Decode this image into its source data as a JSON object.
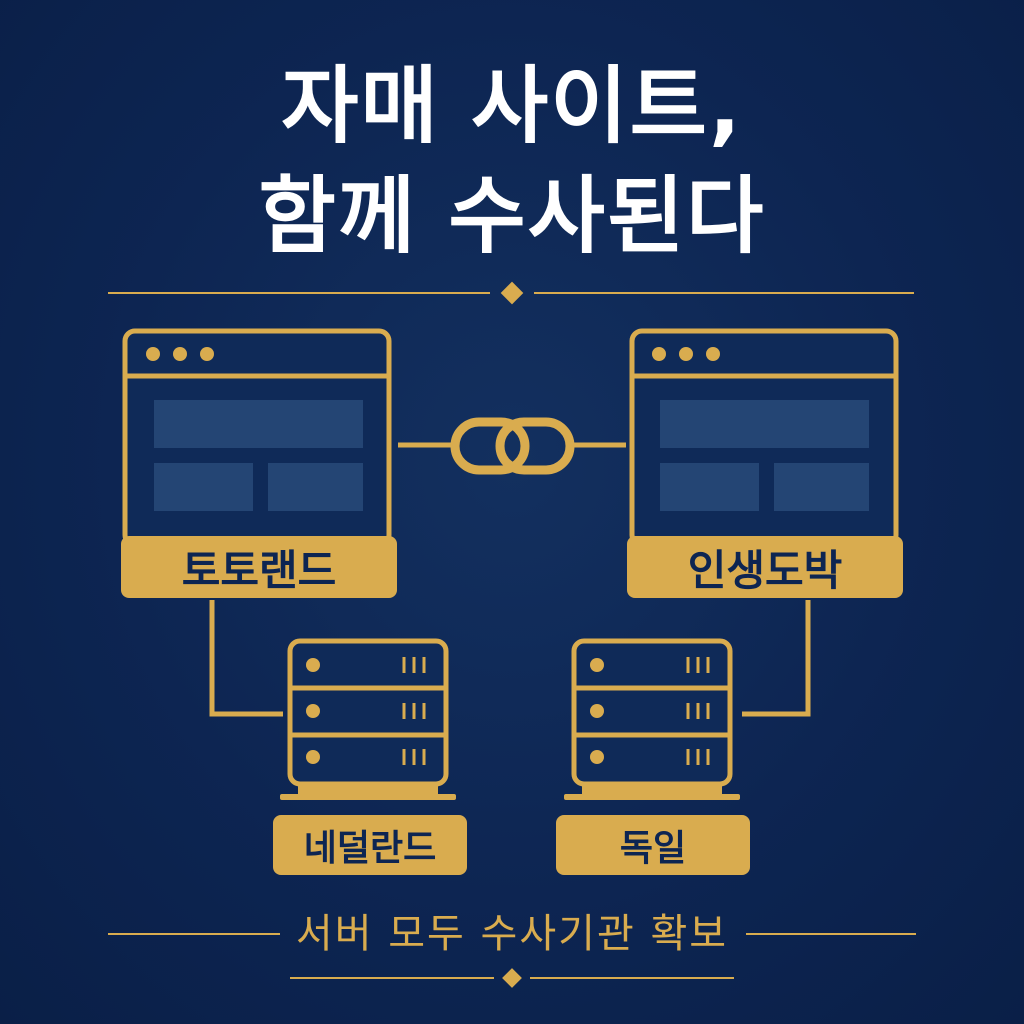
{
  "headline": {
    "line1": "자매 사이트,",
    "line2": "함께 수사된다"
  },
  "sites": [
    {
      "name": "토토랜드"
    },
    {
      "name": "인생도박"
    }
  ],
  "servers": [
    {
      "location": "네덜란드"
    },
    {
      "location": "독일"
    }
  ],
  "footer": {
    "caption": "서버 모두 수사기관 확보"
  },
  "colors": {
    "background": "#0d2552",
    "accent_gold": "#d9ac4f",
    "panel_blue": "#244574",
    "text_white": "#ffffff"
  },
  "icons": [
    "browser-window-icon",
    "chain-link-icon",
    "server-rack-icon",
    "diamond-ornament-icon"
  ]
}
